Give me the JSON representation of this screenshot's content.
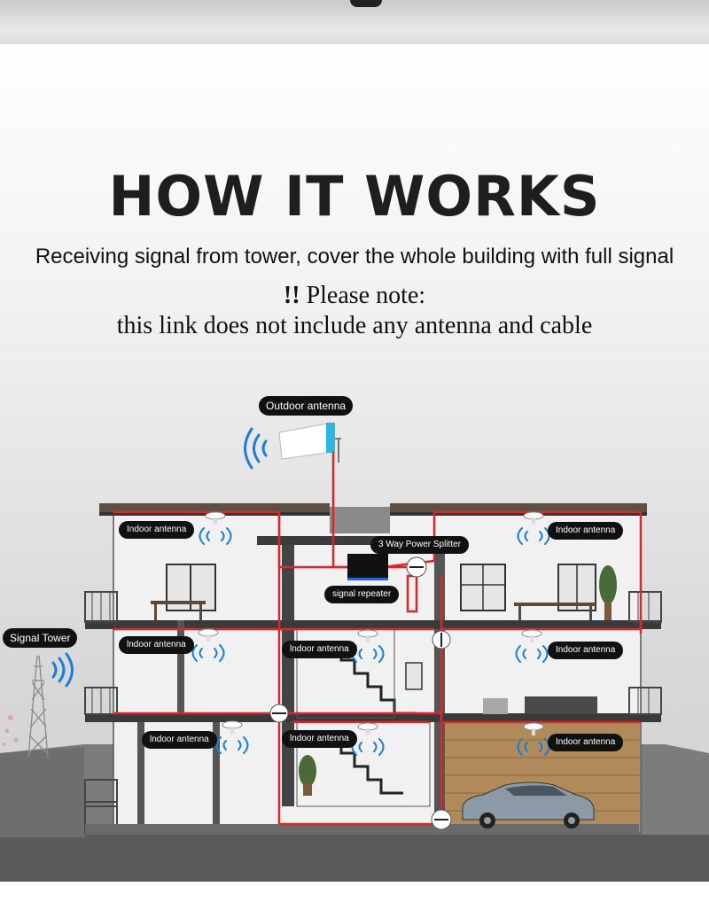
{
  "header": {
    "title": "HOW IT WORKS",
    "subtitle": "Receiving signal from tower, cover the whole building with full signal",
    "note_prefix": "!!",
    "note_line1": "Please note:",
    "note_line2": "this link does not include any antenna and cable"
  },
  "labels": {
    "outdoor_antenna": "Outdoor antenna",
    "signal_tower": "Signal Tower",
    "splitter": "3 Way Power Splitter",
    "repeater": "signal repeater",
    "indoor_antenna": "Indoor antenna",
    "indoor_antenna_alt": "lndoor antenna"
  },
  "colors": {
    "cable": "#d8282b",
    "signal_wave": "#1a7fd6",
    "label_bg": "#111111",
    "title": "#1e1e1e"
  },
  "icons": [
    "signal-wave-icon",
    "antenna-icon",
    "splitter-icon",
    "repeater-icon",
    "tower-icon",
    "car-icon"
  ]
}
